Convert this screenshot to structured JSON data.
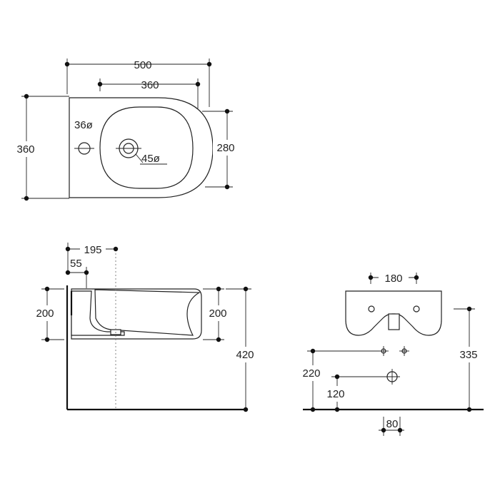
{
  "top_view": {
    "overall_width": "500",
    "bowl_width": "360",
    "overall_depth": "360",
    "bowl_depth": "280",
    "tap_hole": "36ø",
    "drain_hole": "45ø"
  },
  "side_view": {
    "bowl_offset": "195",
    "rim_offset": "55",
    "body_height": "200",
    "bowl_height": "200",
    "rim_height": "420"
  },
  "front_view": {
    "fixing_spacing": "180",
    "rim_height": "335",
    "supply_height": "220",
    "waste_height": "120",
    "waste_width": "80"
  }
}
